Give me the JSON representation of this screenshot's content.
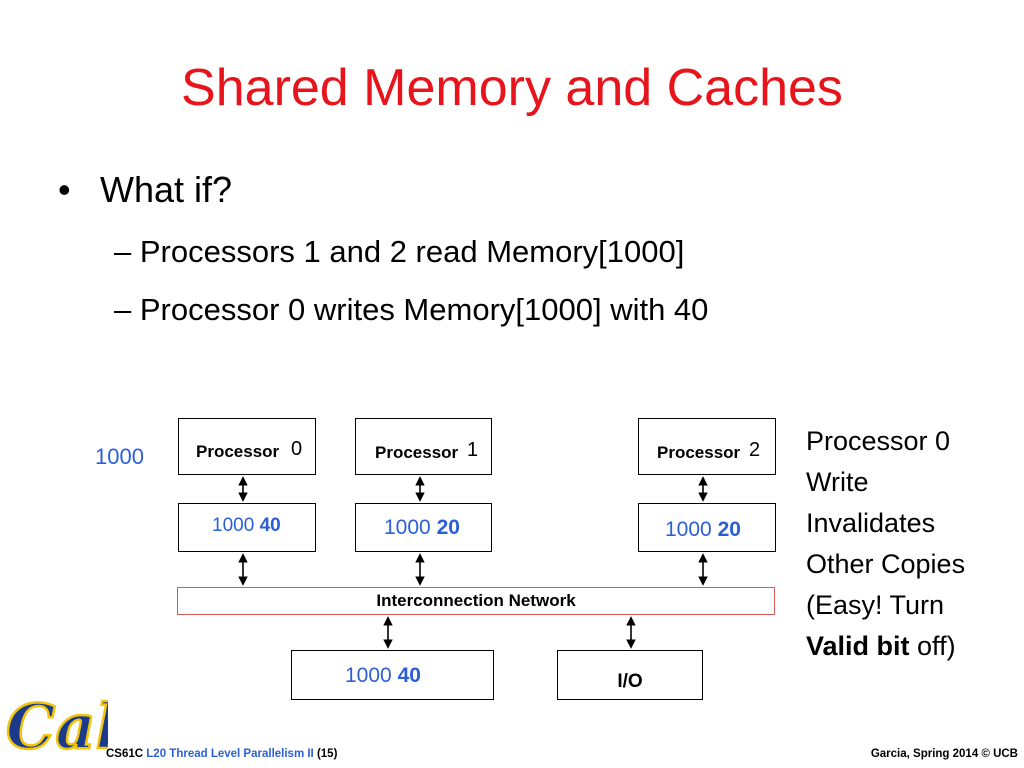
{
  "slide": {
    "title": "Shared Memory and Caches",
    "bullet": "What if?",
    "sub_bullets": [
      "Processors 1 and 2 read Memory[1000]",
      "Processor 0 writes Memory[1000] with 40"
    ]
  },
  "diagram": {
    "address_label": "1000",
    "processors": [
      {
        "label": "Processor",
        "number": "0",
        "cache_addr": "1000",
        "cache_val": "40"
      },
      {
        "label": "Processor",
        "number": "1",
        "cache_addr": "1000",
        "cache_val": "20"
      },
      {
        "label": "Processor",
        "number": "2",
        "cache_addr": "1000",
        "cache_val": "20"
      }
    ],
    "network_label": "Interconnection Network",
    "memory": {
      "addr": "1000",
      "val": "40"
    },
    "io_label": "I/O"
  },
  "side_note": {
    "lines": [
      "Processor 0",
      "Write",
      "Invalidates",
      "Other Copies",
      "(Easy! Turn"
    ],
    "bold_part": "Valid bit",
    "tail": " off)"
  },
  "footer": {
    "course": "CS61C",
    "lecture": "L20 Thread Level Parallelism II",
    "page": "(15)",
    "credit": "Garcia, Spring 2014 © UCB"
  },
  "logo_text": "Cal",
  "colors": {
    "title": "#e8141b",
    "blue": "#2b5fd8",
    "network_border": "#d25b5b",
    "logo": "#1b3a8a"
  }
}
